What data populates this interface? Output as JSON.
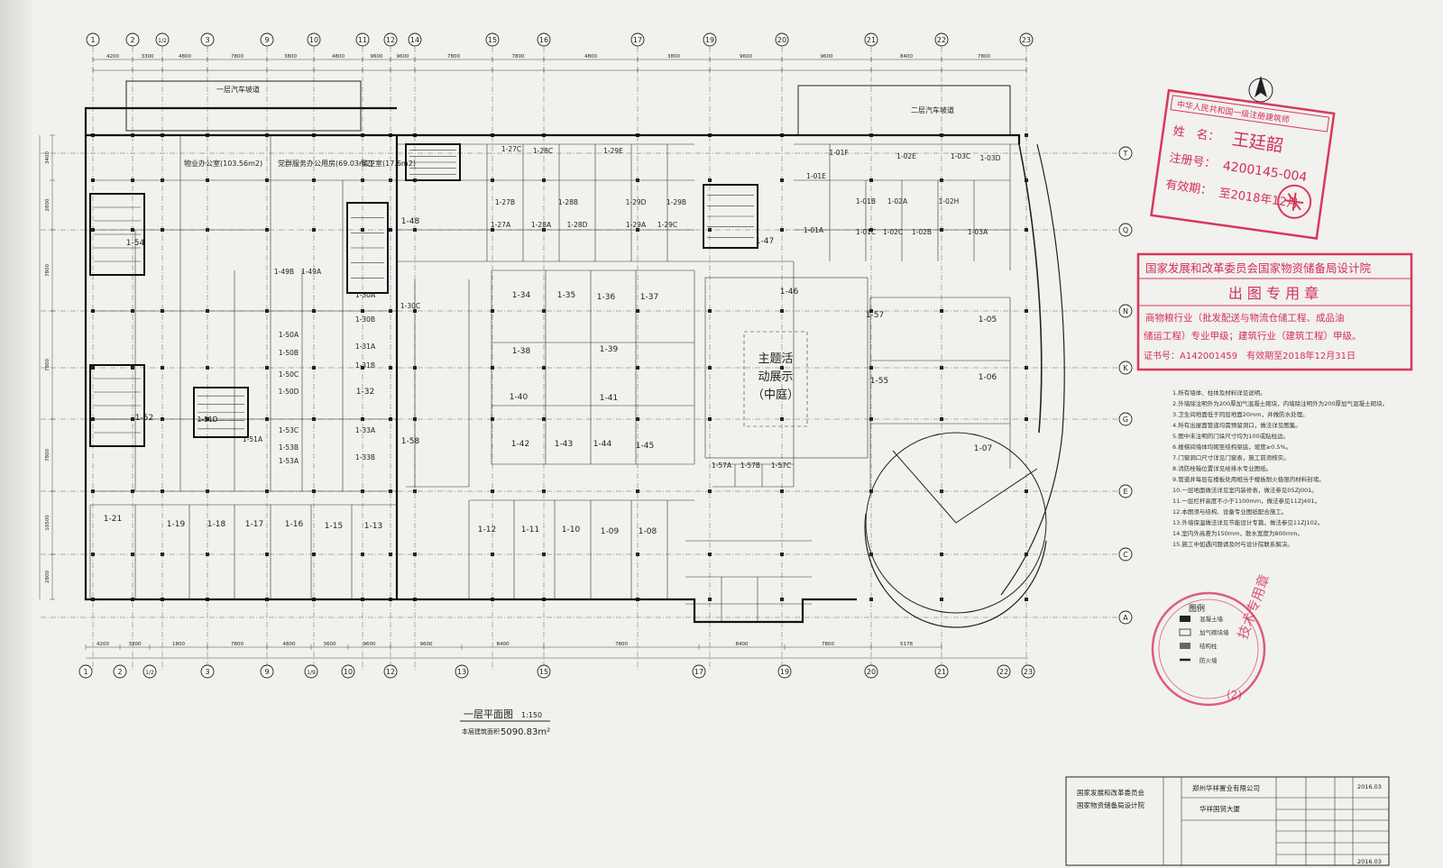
{
  "plan": {
    "title": "一层平面图",
    "scale": "1:150",
    "area_label": "本层建筑面积",
    "area_value": "5090.83m²",
    "court_label": [
      "主题活",
      "动展示",
      "（中庭）"
    ]
  },
  "axes_top": [
    "1",
    "2",
    "1/2",
    "3",
    "9",
    "10",
    "11",
    "12",
    "14",
    "15",
    "16",
    "17",
    "19",
    "20",
    "21",
    "22",
    "23"
  ],
  "axes_bottom": [
    "1",
    "2",
    "1/2",
    "3",
    "9",
    "1/9",
    "10",
    "12",
    "13",
    "15",
    "17",
    "19",
    "20",
    "21",
    "22",
    "23"
  ],
  "axes_right": [
    "T",
    "Q",
    "N",
    "K",
    "G",
    "E",
    "C",
    "A"
  ],
  "dims_top": [
    "4200",
    "3300",
    "4800",
    "7800",
    "3800",
    "4800",
    "9600",
    "9600",
    "7800",
    "7800",
    "4800",
    "3800",
    "9600",
    "9600",
    "8400",
    "7800"
  ],
  "dims_bottom": [
    "4200",
    "3300",
    "1800",
    "7800",
    "4800",
    "3600",
    "9600",
    "9600",
    "8400",
    "7800",
    "8400",
    "7800",
    "5178"
  ],
  "dims_left": [
    "3400",
    "2800",
    "7800",
    "7800",
    "7800",
    "10500",
    "2800"
  ],
  "rooms": [
    {
      "label": "1-54"
    },
    {
      "label": "1-49B"
    },
    {
      "label": "1-49A"
    },
    {
      "label": "1-50A"
    },
    {
      "label": "1-50B"
    },
    {
      "label": "1-50C"
    },
    {
      "label": "1-50D"
    },
    {
      "label": "1-51A"
    },
    {
      "label": "1-51D"
    },
    {
      "label": "1-52"
    },
    {
      "label": "1-53A"
    },
    {
      "label": "1-53B"
    },
    {
      "label": "1-53C"
    },
    {
      "label": "1-30A"
    },
    {
      "label": "1-30B"
    },
    {
      "label": "1-30C"
    },
    {
      "label": "1-31A"
    },
    {
      "label": "1-31B"
    },
    {
      "label": "1-32"
    },
    {
      "label": "1-33A"
    },
    {
      "label": "1-33B"
    },
    {
      "label": "1-58"
    },
    {
      "label": "1-48"
    },
    {
      "label": "1-27C"
    },
    {
      "label": "1-28C"
    },
    {
      "label": "1-29E"
    },
    {
      "label": "1-27B"
    },
    {
      "label": "1-28B"
    },
    {
      "label": "1-29D"
    },
    {
      "label": "1-29B"
    },
    {
      "label": "1-27A"
    },
    {
      "label": "1-28A"
    },
    {
      "label": "1-28D"
    },
    {
      "label": "1-29A"
    },
    {
      "label": "1-29C"
    },
    {
      "label": "1-34"
    },
    {
      "label": "1-35"
    },
    {
      "label": "1-36"
    },
    {
      "label": "1-37"
    },
    {
      "label": "1-38"
    },
    {
      "label": "1-39"
    },
    {
      "label": "1-40"
    },
    {
      "label": "1-41"
    },
    {
      "label": "1-42"
    },
    {
      "label": "1-43"
    },
    {
      "label": "1-44"
    },
    {
      "label": "1-45"
    },
    {
      "label": "1-46"
    },
    {
      "label": "1-47"
    },
    {
      "label": "1-01F"
    },
    {
      "label": "1-01E"
    },
    {
      "label": "1-01A"
    },
    {
      "label": "1-01B"
    },
    {
      "label": "1-01C"
    },
    {
      "label": "1-02A"
    },
    {
      "label": "1-02B"
    },
    {
      "label": "1-02C"
    },
    {
      "label": "1-02E"
    },
    {
      "label": "1-02H"
    },
    {
      "label": "1-03A"
    },
    {
      "label": "1-03C"
    },
    {
      "label": "1-03D"
    },
    {
      "label": "1-05"
    },
    {
      "label": "1-06"
    },
    {
      "label": "1-07"
    },
    {
      "label": "1-55"
    },
    {
      "label": "1-57"
    },
    {
      "label": "1-57A"
    },
    {
      "label": "1-57B"
    },
    {
      "label": "1-57C"
    },
    {
      "label": "1-21"
    },
    {
      "label": "1-19"
    },
    {
      "label": "1-18"
    },
    {
      "label": "1-17"
    },
    {
      "label": "1-16"
    },
    {
      "label": "1-15"
    },
    {
      "label": "1-13"
    },
    {
      "label": "1-12"
    },
    {
      "label": "1-11"
    },
    {
      "label": "1-10"
    },
    {
      "label": "1-09"
    },
    {
      "label": "1-08"
    }
  ],
  "room_notes": [
    {
      "label": "物业办公室(103.56m2)"
    },
    {
      "label": "党群服务办公用房(69.03m2)"
    },
    {
      "label": "警卫室(17.6m2)"
    },
    {
      "label": "一层汽车坡道"
    },
    {
      "label": "二层汽车坡道"
    }
  ],
  "stamp_top": {
    "header": "中华人民共和国一级注册建筑师",
    "name_label": "姓　名：",
    "name": "王廷韶",
    "reg_label": "注册号：",
    "reg_no": "4200145-004",
    "valid_label": "有效期：",
    "valid": "至2018年12月",
    "color": "#d8385a"
  },
  "stamp_mid": {
    "org": "国家发展和改革委员会国家物资储备局设计院",
    "title": "出 图 专 用 章",
    "line1": "商物粮行业（批发配送与物流仓储工程、成品油",
    "line2": "储运工程）专业甲级；建筑行业（建筑工程）甲级。",
    "cert": "证书号：A142001459　有效期至2018年12月31日",
    "color": "#d8385a"
  },
  "stamp_bottom": {
    "text": "技术专用章",
    "num": "(2)"
  },
  "notes": [
    "1.所有墙体、柱体及材料详见说明。",
    "2.外墙除注明外为200厚加气混凝土砌块，内墙除注明外为200厚加气混凝土砌块。",
    "3.卫生间地面低于同层地面20mm，并做防水处理。",
    "4.所有出屋面管道均需预留洞口，做法详见图集。",
    "5.图中未注明的门垛尺寸均为100或贴柱边。",
    "6.楼梯间墙体均砌至结构梁底，坡度≥0.5%。",
    "7.门窗洞口尺寸详见门窗表，施工前须核实。",
    "8.消防栓箱位置详见给排水专业图纸。",
    "9.管道井每层在楼板处用相当于楼板耐火极限的材料封堵。",
    "10.一层地面做法详见室内装修表，做法参见05ZJ001。",
    "11.一层栏杆高度不小于1100mm，做法参见11ZJ401。",
    "12.本图须与结构、设备专业图纸配合施工。",
    "13.外墙保温做法详见节能设计专篇，做法参见11ZJ102。",
    "14.室内外高差为150mm，散水宽度为800mm。",
    "15.施工中如遇问题请及时与设计院联系解决。"
  ],
  "legend": {
    "title": "图例",
    "items": [
      "混凝土墙",
      "加气砌块墙",
      "结构柱",
      "防火墙"
    ]
  },
  "title_block": {
    "org1": "国家发展和改革委员会",
    "org2": "国家物资储备局设计院",
    "client": "郑州华祥置业有限公司",
    "project": "华祥国贸大厦",
    "date1": "2016.03",
    "date2": "2016.03"
  }
}
